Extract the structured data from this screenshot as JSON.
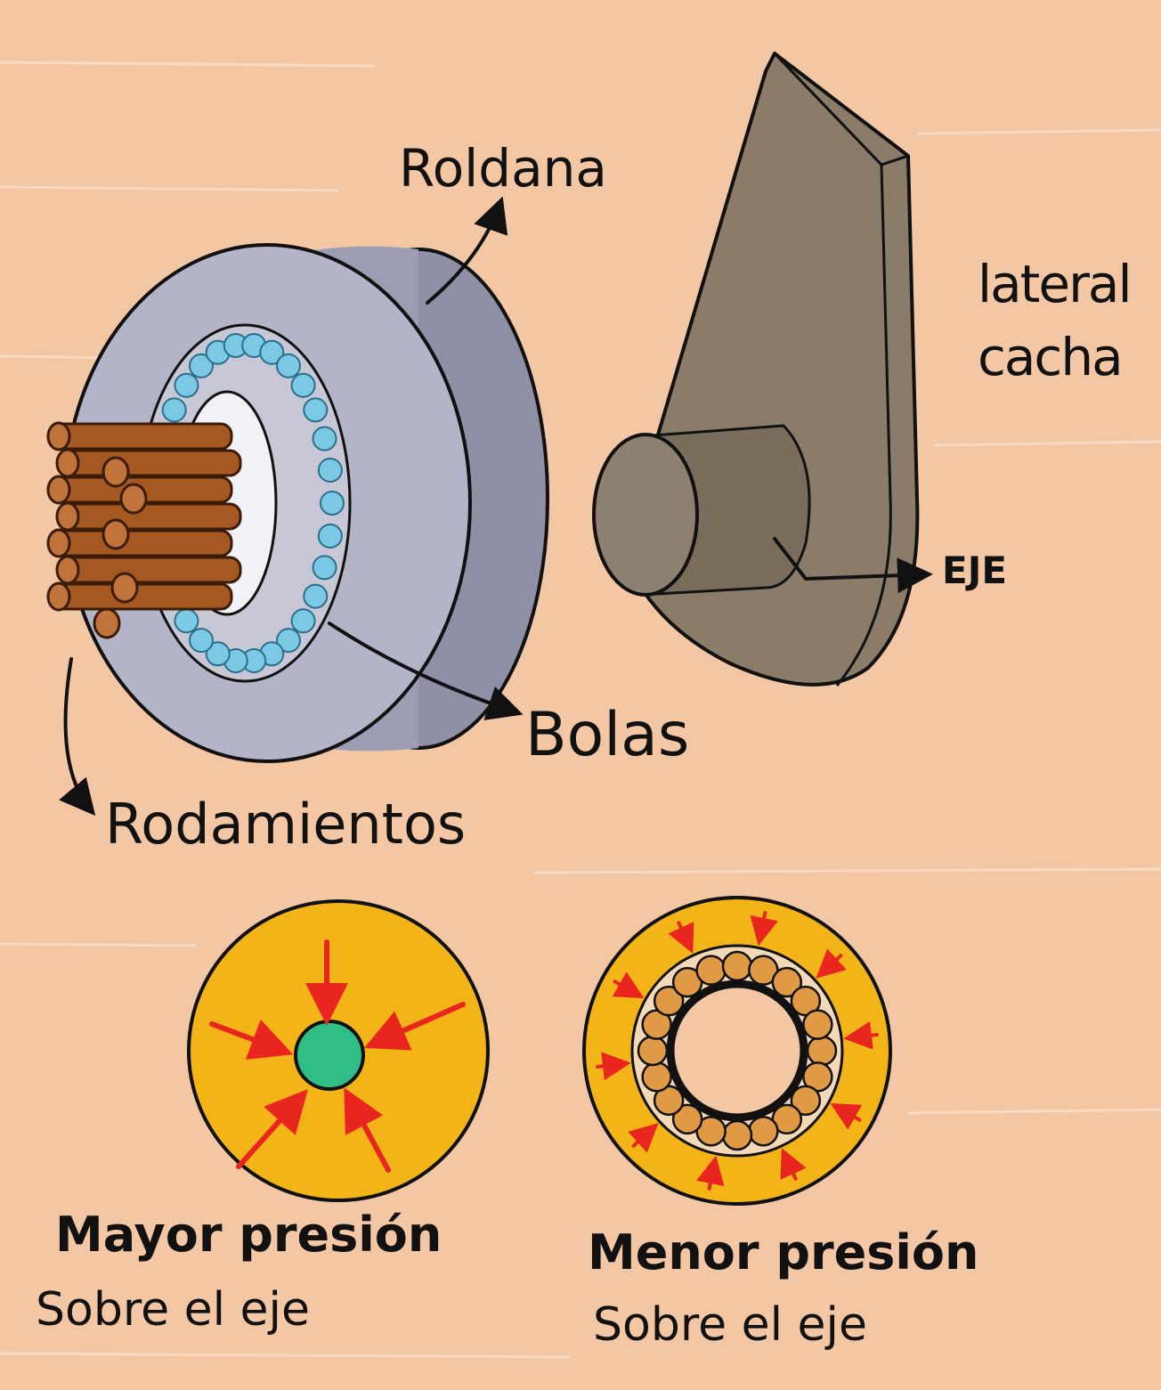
{
  "labels": {
    "roldana": "Roldana",
    "lateral": "lateral",
    "cacha": "cacha",
    "eje": "EJE",
    "bolas": "Bolas",
    "rodamientos": "Rodamientos",
    "mayor_line1": "Mayor presión",
    "mayor_line2": "Sobre el eje",
    "menor_line1": "Menor presión",
    "menor_line2": "Sobre el eje"
  },
  "colors": {
    "paper": "#f4c7a4",
    "pulley": "#a9a9bf",
    "balls": "#7cc9e6",
    "rollers": "#a5581f",
    "handle": "#8a7c69",
    "ring": "#f2b417",
    "shaft": "#2fbf86",
    "arrows_red": "#e8261f",
    "bearing_balls": "#e09a45"
  }
}
